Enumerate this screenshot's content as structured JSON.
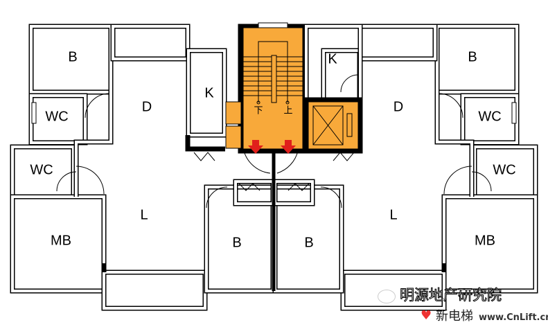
{
  "rooms": {
    "b_top_left": "B",
    "wc_top_left": "WC",
    "d_left": "D",
    "k_left": "K",
    "k_right": "K",
    "d_right": "D",
    "b_top_right": "B",
    "wc_top_right": "WC",
    "wc_mid_left": "WC",
    "wc_mid_right": "WC",
    "l_left": "L",
    "l_right": "L",
    "mb_left": "MB",
    "mb_right": "MB",
    "b_mid_left": "B",
    "b_mid_right": "B"
  },
  "stair": {
    "down": "下",
    "up": "上"
  },
  "colors": {
    "core": "#f8a93a",
    "arrow": "#e0201c"
  },
  "watermark": {
    "publisher": "明源地产研究院",
    "brand": "新电梯",
    "site": "www.CnLift.cn"
  }
}
